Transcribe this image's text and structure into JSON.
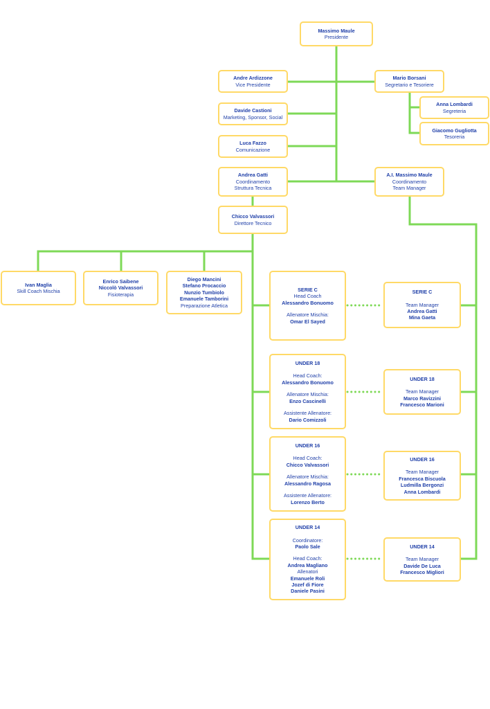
{
  "colors": {
    "line": "#7ed957",
    "border": "#ffd966",
    "text": "#1f3fa8"
  },
  "nodes": {
    "president": {
      "name": "Massimo Maule",
      "role": "Presidente"
    },
    "vice": {
      "name": "Andre Ardizzone",
      "role": "Vice Presidente"
    },
    "secretary": {
      "name": "Mario Borsani",
      "role": "Segretario e Tesoriere"
    },
    "segreteria": {
      "name": "Anna Lombardi",
      "role": "Segreteria"
    },
    "tesoreria": {
      "name": "Giacomo Gugliotta",
      "role": "Tesoreria"
    },
    "marketing": {
      "name": "Davide Castioni",
      "role": "Marketing, Sponsor, Social"
    },
    "comunicazione": {
      "name": "Luca Fazzo",
      "role": "Comunicazione"
    },
    "coord_tecnica": {
      "name": "Andrea Gatti",
      "role1": "Coordinamento",
      "role2": "Struttura Tecnica"
    },
    "coord_tm": {
      "name": "A.I. Massimo Maule",
      "role1": "Coordinamento",
      "role2": "Team Manager"
    },
    "direttore": {
      "name": "Chicco Valvassori",
      "role": "Direttore Tecnico"
    },
    "skill_coach": {
      "name": "Ivan Maglia",
      "role": "Skill Coach Mischia"
    },
    "fisio": {
      "name1": "Enrico Saibene",
      "name2": "Niccolò Valvassori",
      "role": "Fisioterapia"
    },
    "atletica": {
      "name1": "Diego Mancini",
      "name2": "Stefano Procaccio",
      "name3": "Nunzio Tumbiolo",
      "name4": "Emanuele Tamborini",
      "role": "Preparazione Atletica"
    },
    "seriec_coach": {
      "title": "SERIE C",
      "label1": "Head Coach",
      "name1": "Alessandro Bonuomo",
      "label2": "Allenatore Mischia:",
      "name2": "Omar El Sayed"
    },
    "u18_coach": {
      "title": "UNDER 18",
      "label1": "Head Coach:",
      "name1": "Alessandro Bonuomo",
      "label2": "Allenatore Mischia:",
      "name2": "Enzo Cascinelli",
      "label3": "Assistente Allenatore:",
      "name3": "Dario Comizzoli"
    },
    "u16_coach": {
      "title": "UNDER 16",
      "label1": "Head Coach:",
      "name1": "Chicco Valvassori",
      "label2": "Allenatore Mischia:",
      "name2": "Alessandro Ragosa",
      "label3": "Assistente Allenatore:",
      "name3": "Lorenzo Berto"
    },
    "u14_coach": {
      "title": "UNDER 14",
      "label1": "Coordinatore:",
      "name1": "Paolo Sale",
      "label2": "Head Coach:",
      "name2": "Andrea Magliano",
      "label3": "Allenatori",
      "name3": "Emanuele Roli",
      "name4": "Jozef di Fiore",
      "name5": "Daniele Pasini"
    },
    "seriec_tm": {
      "title": "SERIE C",
      "label": "Team Manager",
      "name1": "Andrea Gatti",
      "name2": "Mina Gaeta"
    },
    "u18_tm": {
      "title": "UNDER 18",
      "label": "Team Manager",
      "name1": "Marco Ravizzini",
      "name2": "Francesco Marioni"
    },
    "u16_tm": {
      "title": "UNDER 16",
      "label": "Team Manager",
      "name1": "Francesca Biscuola",
      "name2": "Ludmilla Bergonzi",
      "name3": "Anna Lombardi"
    },
    "u14_tm": {
      "title": "UNDER 14",
      "label": "Team Manager",
      "name1": "Davide De Luca",
      "name2": "Francesco Migliori"
    }
  }
}
